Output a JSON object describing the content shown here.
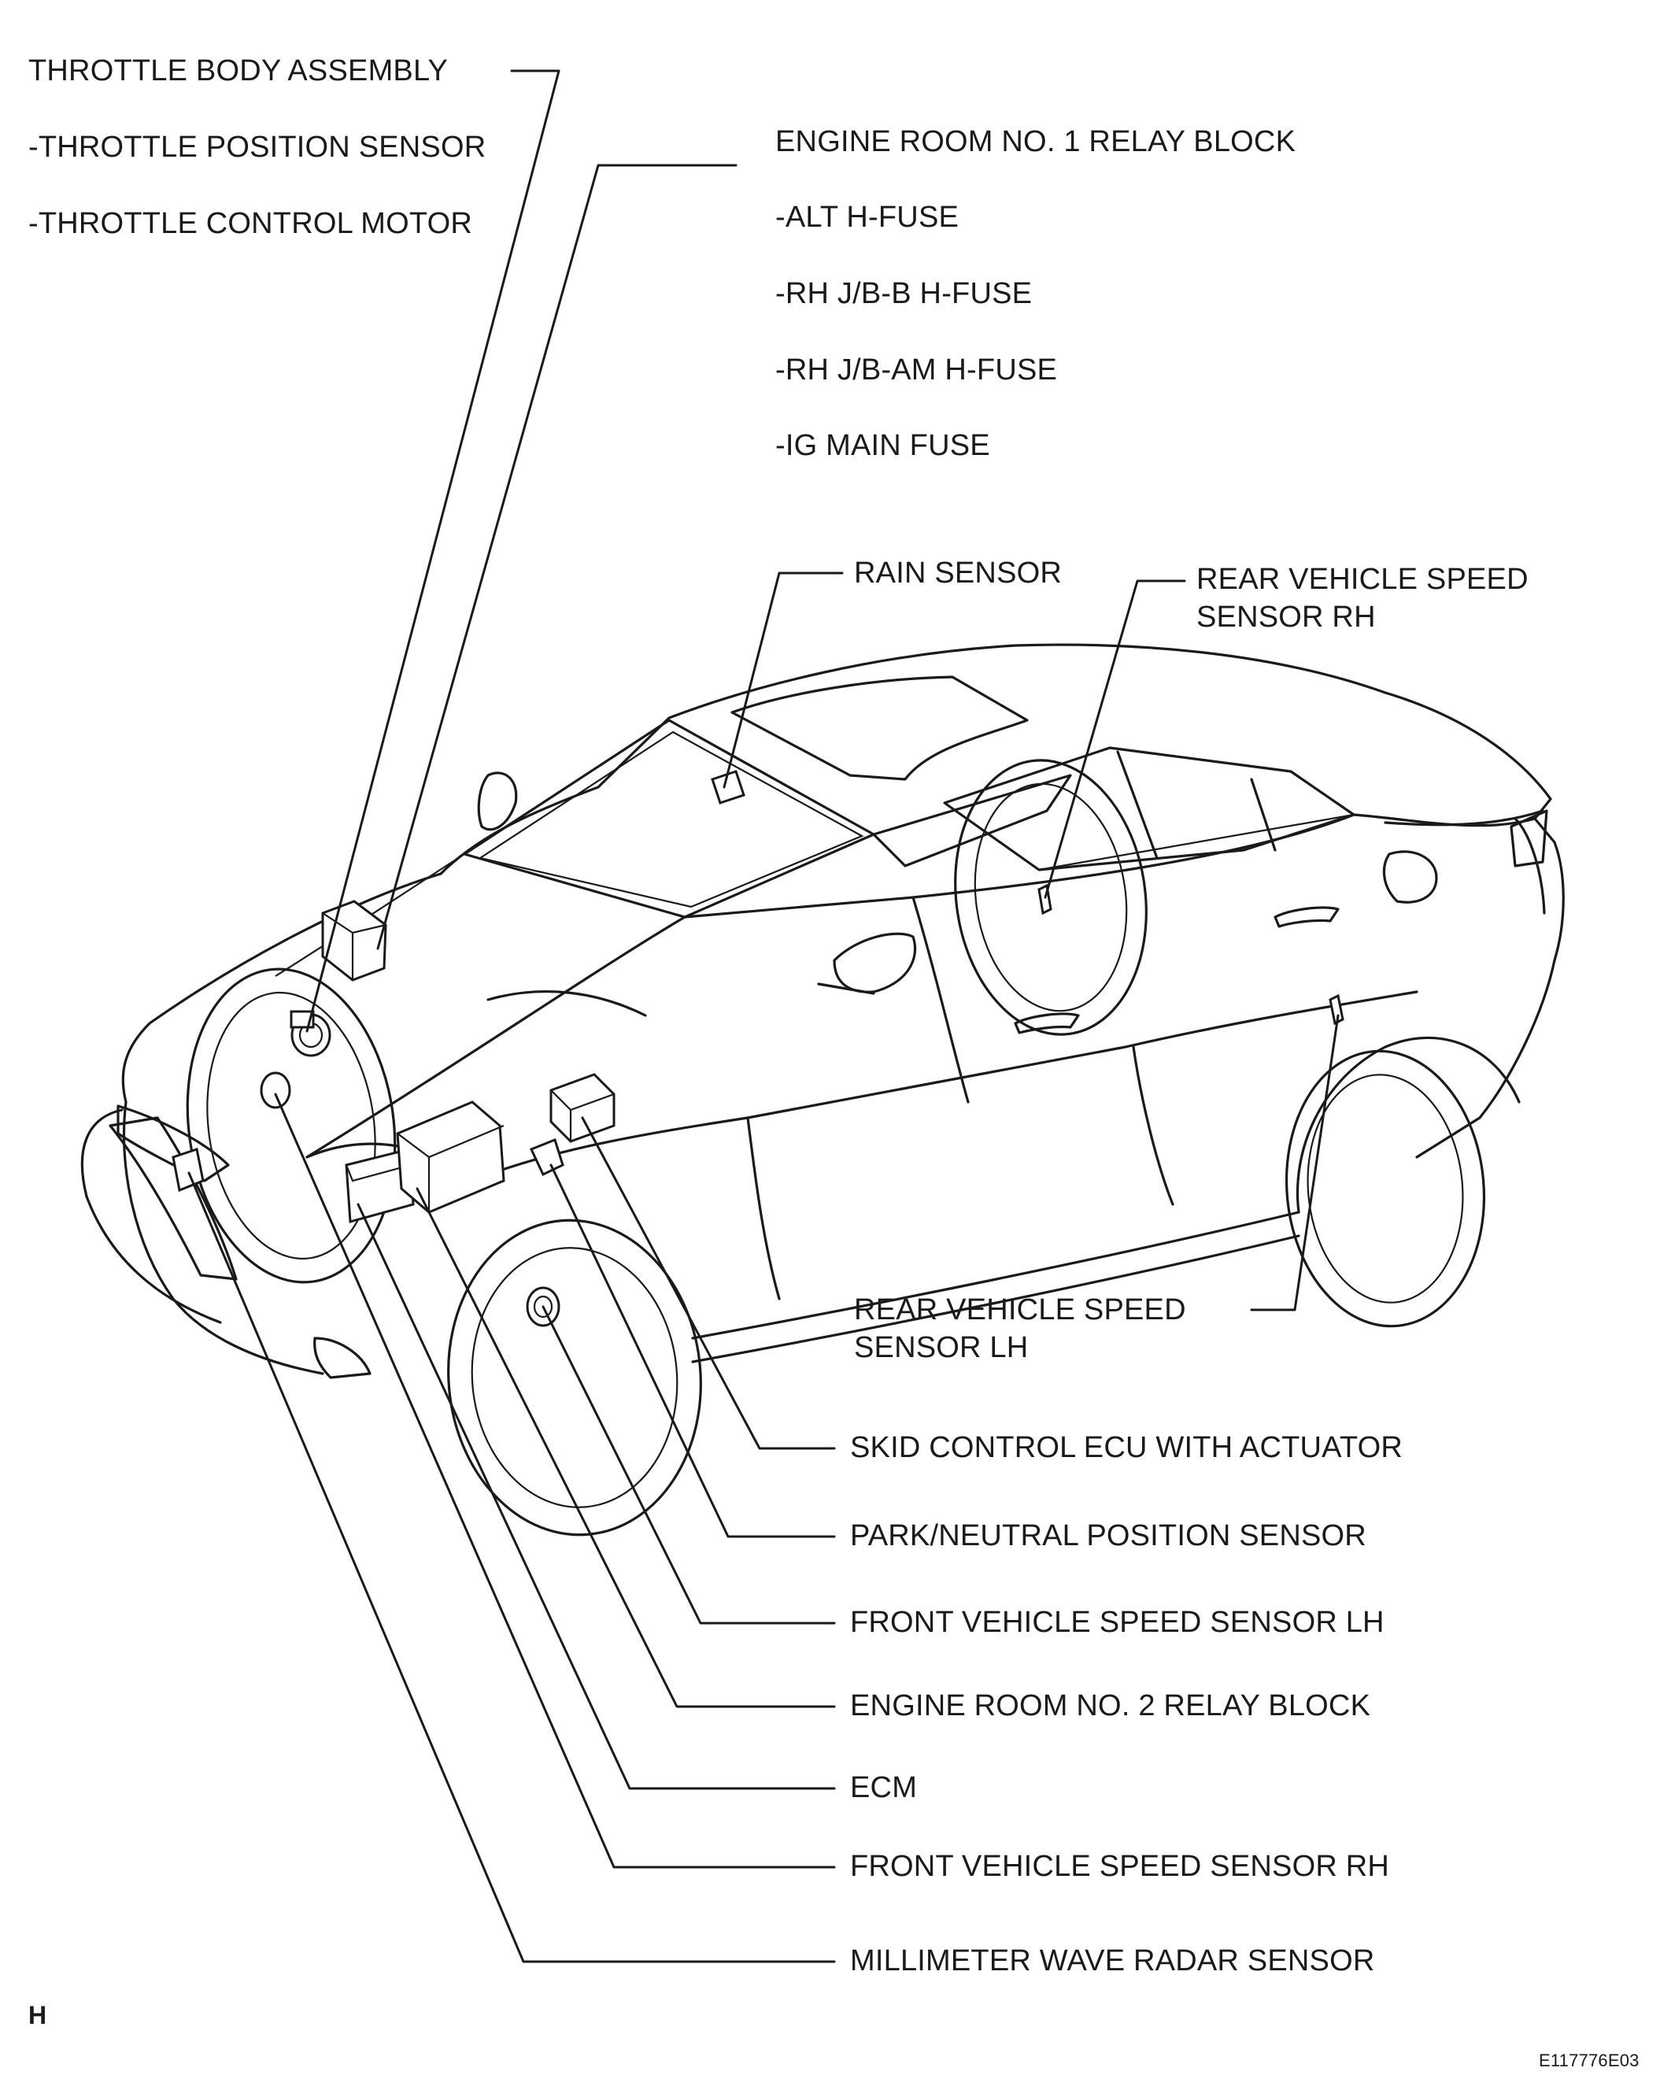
{
  "labels": {
    "throttle_body": "THROTTLE BODY ASSEMBLY",
    "throttle_position": "-THROTTLE POSITION SENSOR",
    "throttle_motor": "-THROTTLE CONTROL MOTOR",
    "relay_block_1": "ENGINE ROOM NO. 1 RELAY BLOCK",
    "alt_fuse": "-ALT H-FUSE",
    "rh_jb_b_fuse": "-RH J/B-B H-FUSE",
    "rh_jb_am_fuse": "-RH J/B-AM H-FUSE",
    "ig_main_fuse": "-IG MAIN FUSE",
    "rain_sensor": "RAIN SENSOR",
    "rear_speed_rh_1": "REAR VEHICLE SPEED",
    "rear_speed_rh_2": "SENSOR RH",
    "rear_speed_lh_1": "REAR VEHICLE SPEED",
    "rear_speed_lh_2": "SENSOR LH",
    "skid_ecu": "SKID CONTROL ECU WITH ACTUATOR",
    "park_neutral": "PARK/NEUTRAL POSITION SENSOR",
    "front_speed_lh": "FRONT VEHICLE SPEED SENSOR LH",
    "relay_block_2": "ENGINE ROOM NO. 2 RELAY BLOCK",
    "ecm": "ECM",
    "front_speed_rh": "FRONT VEHICLE SPEED SENSOR RH",
    "radar_sensor": "MILLIMETER WAVE RADAR SENSOR"
  },
  "corner_mark": "H",
  "figure_code": "E117776E03"
}
